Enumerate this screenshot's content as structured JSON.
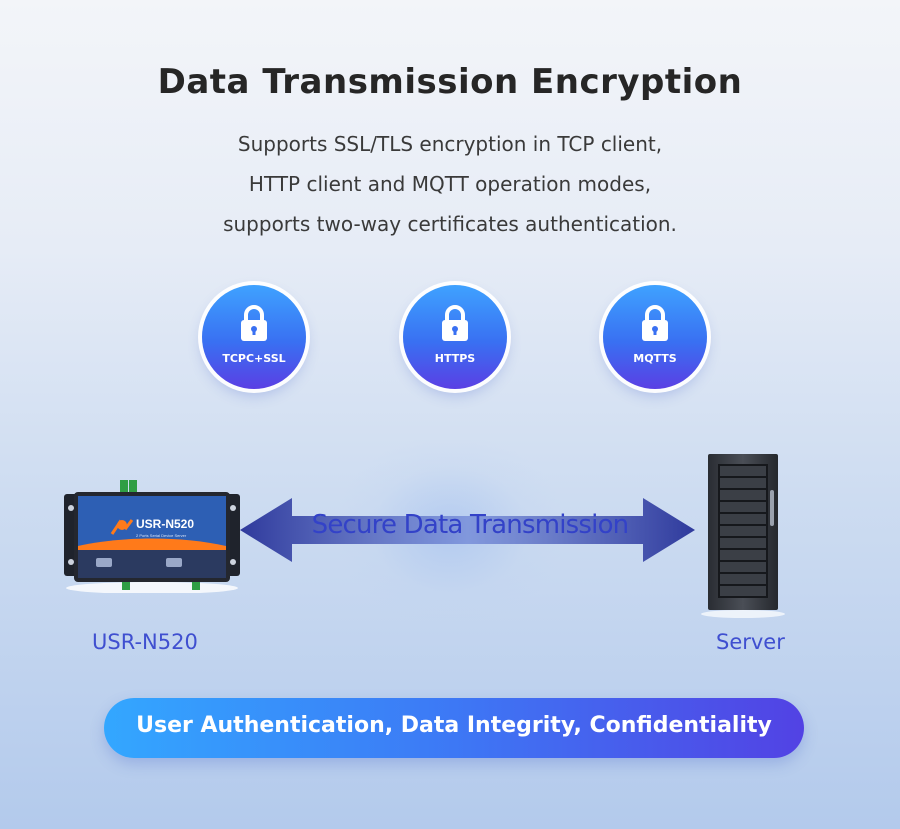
{
  "title": "Data Transmission Encryption",
  "description": [
    "Supports SSL/TLS encryption in TCP client,",
    "HTTP client and MQTT operation modes,",
    "supports two-way certificates authentication."
  ],
  "badges": [
    {
      "label": "TCPC+SSL",
      "icon": "lock-icon"
    },
    {
      "label": "HTTPS",
      "icon": "lock-icon"
    },
    {
      "label": "MQTTS",
      "icon": "lock-icon"
    }
  ],
  "arrow": {
    "label": "Secure Data Transmission"
  },
  "device": {
    "label": "USR-N520",
    "screen_model": "USR-N520",
    "screen_subtitle": "2 Ports Serial Device Server"
  },
  "server": {
    "label": "Server"
  },
  "banner": {
    "text": "User Authentication, Data Integrity, Confidentiality"
  },
  "colors": {
    "accent_blue": "#3970f2",
    "accent_purple": "#5a3fe4",
    "label_blue": "#3f4fd0",
    "arrow_navy": "#2f3a9c"
  }
}
